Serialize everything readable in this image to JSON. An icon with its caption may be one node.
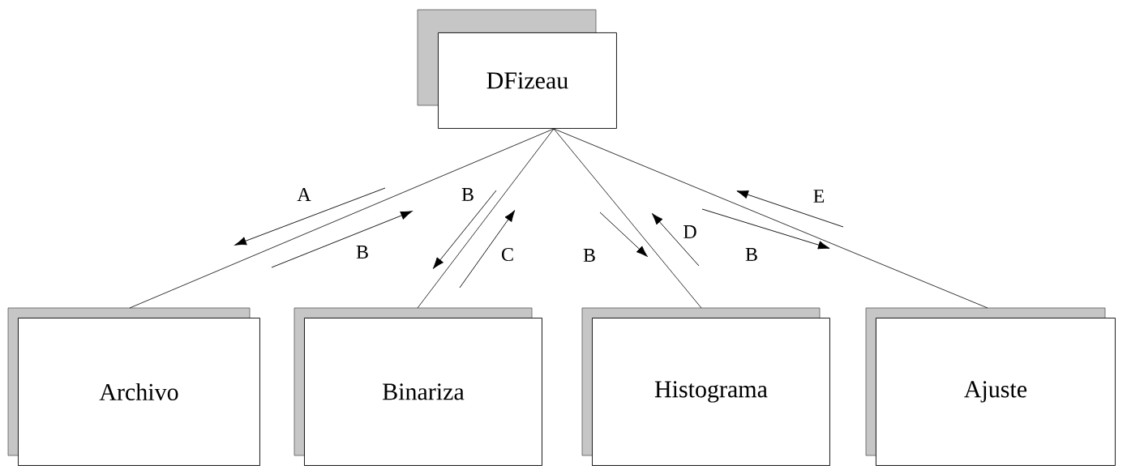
{
  "diagram": {
    "nodes": [
      {
        "text": [
          "DFizeau"
        ]
      },
      {
        "text": [
          "Archivo"
        ]
      },
      {
        "text": [
          "Binariza"
        ]
      },
      {
        "text": [
          "Histograma"
        ]
      },
      {
        "text": [
          "Ajuste"
        ]
      }
    ],
    "edges": [
      {
        "from": 0,
        "to": 1,
        "arrow": "none"
      },
      {
        "from": 0,
        "to": 2,
        "arrow": "none"
      },
      {
        "from": 0,
        "to": 3,
        "arrow": "none"
      },
      {
        "from": 0,
        "to": 4,
        "arrow": "none"
      }
    ],
    "labels": [
      "A",
      "B",
      "B",
      "C",
      "B",
      "D",
      "E",
      "B"
    ]
  }
}
